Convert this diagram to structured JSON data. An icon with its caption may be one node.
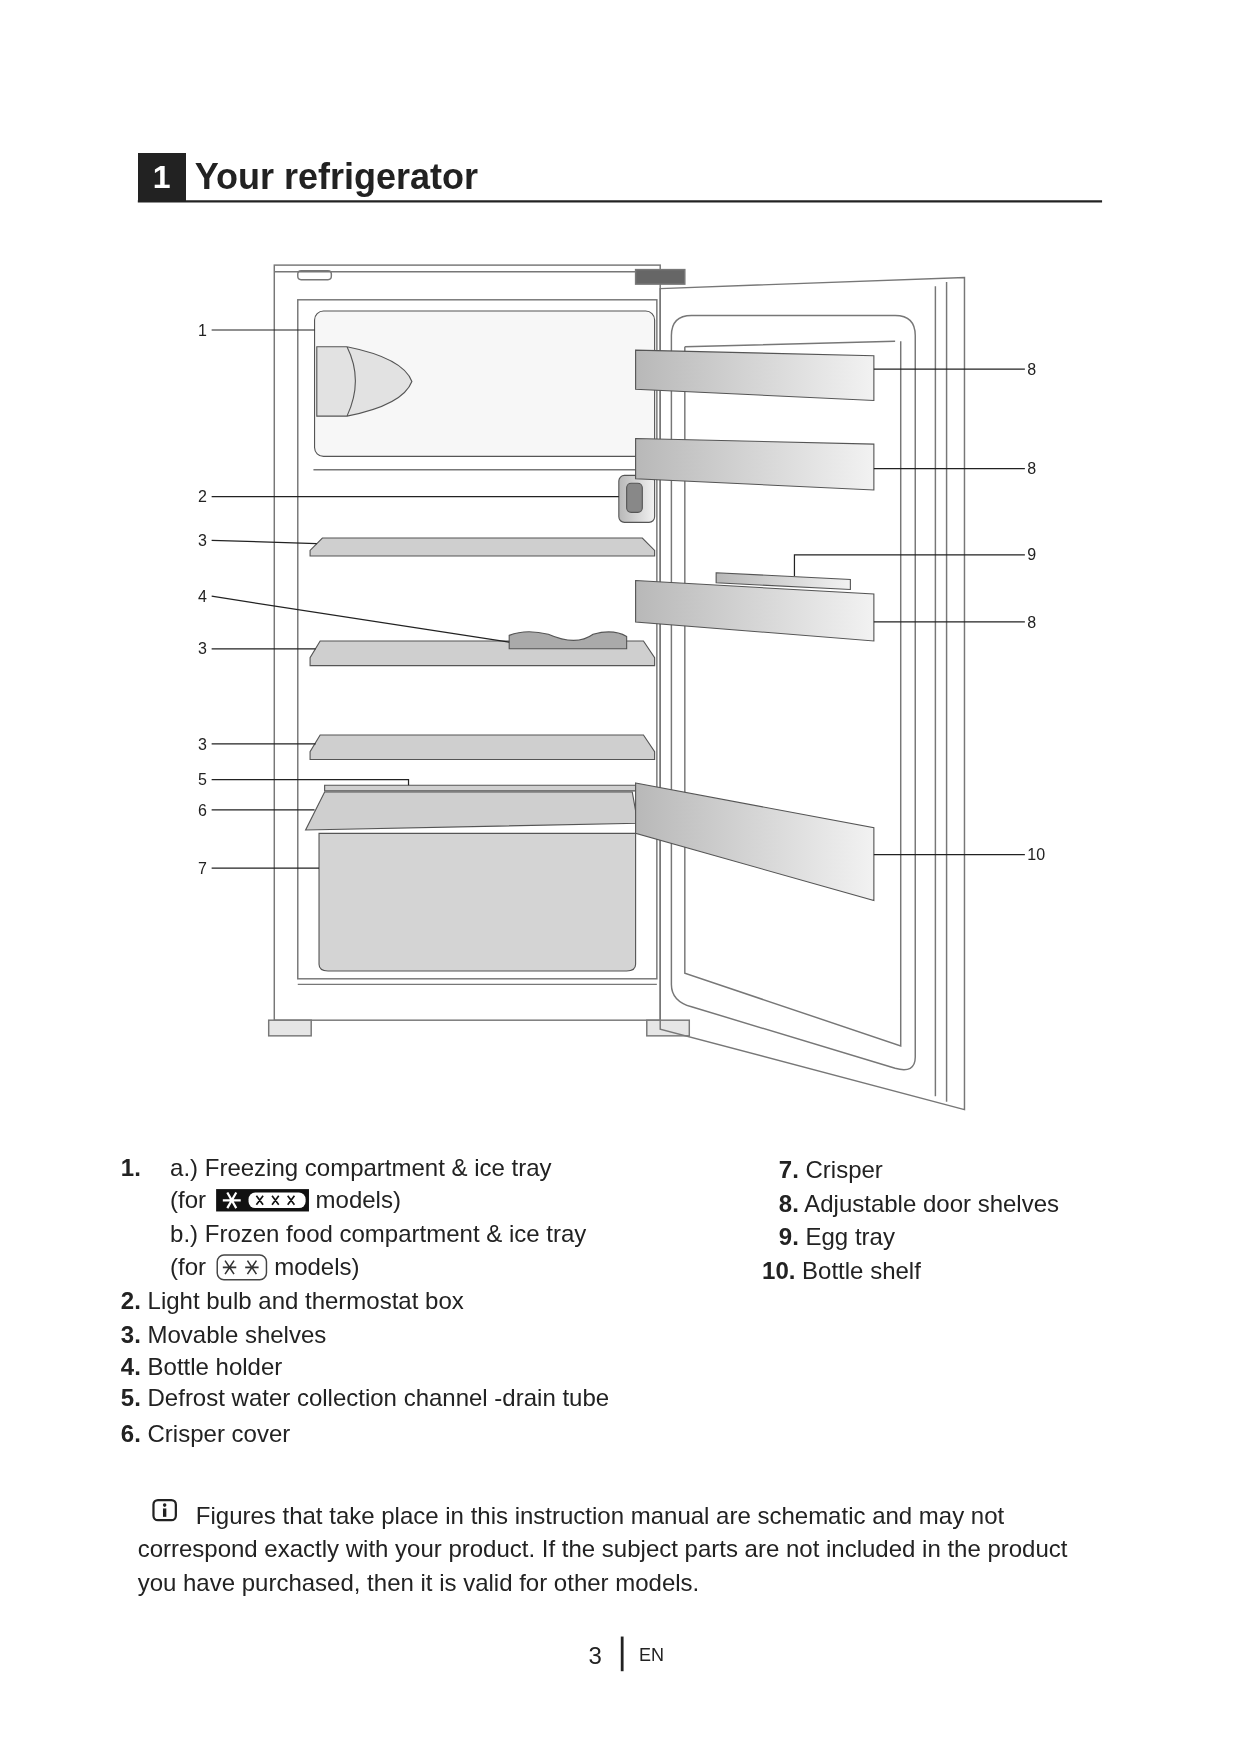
{
  "diagram": {
    "title": "Your refrigerator",
    "nodes": [
      {
        "text": [
          "1"
        ]
      },
      {
        "text": [
          "2"
        ]
      },
      {
        "text": [
          "3"
        ]
      },
      {
        "text": [
          "4"
        ]
      },
      {
        "text": [
          "3"
        ]
      },
      {
        "text": [
          "3"
        ]
      },
      {
        "text": [
          "5"
        ]
      },
      {
        "text": [
          "6"
        ]
      },
      {
        "text": [
          "7"
        ]
      },
      {
        "text": [
          "8"
        ]
      },
      {
        "text": [
          "8"
        ]
      },
      {
        "text": [
          "9"
        ]
      },
      {
        "text": [
          "8"
        ]
      },
      {
        "text": [
          "10"
        ]
      },
      {
        "text": [],
        "shape": "box"
      },
      {
        "text": [],
        "shape": "box"
      },
      {
        "text": [],
        "shape": "bar"
      },
      {
        "text": [],
        "shape": "box"
      },
      {
        "text": [],
        "shape": "bar"
      },
      {
        "text": [],
        "shape": "bar"
      },
      {
        "text": [],
        "shape": "bar"
      },
      {
        "text": [],
        "shape": "bar"
      },
      {
        "text": [],
        "shape": "box"
      },
      {
        "text": [],
        "shape": "box"
      },
      {
        "text": [],
        "shape": "box"
      },
      {
        "text": [],
        "shape": "box"
      },
      {
        "text": [],
        "shape": "box"
      },
      {
        "text": [],
        "shape": "box"
      }
    ],
    "edges": [
      {
        "from": 0,
        "to": 14,
        "arrow": "none"
      },
      {
        "from": 1,
        "to": 15,
        "arrow": "none"
      },
      {
        "from": 2,
        "to": 16,
        "arrow": "none"
      },
      {
        "from": 3,
        "to": 17,
        "arrow": "none"
      },
      {
        "from": 4,
        "to": 18,
        "arrow": "none"
      },
      {
        "from": 5,
        "to": 19,
        "arrow": "none"
      },
      {
        "from": 6,
        "to": 20,
        "arrow": "none"
      },
      {
        "from": 7,
        "to": 21,
        "arrow": "none"
      },
      {
        "from": 8,
        "to": 22,
        "arrow": "none"
      },
      {
        "from": 9,
        "to": 23,
        "arrow": "none"
      },
      {
        "from": 10,
        "to": 24,
        "arrow": "none"
      },
      {
        "from": 11,
        "to": 25,
        "arrow": "none"
      },
      {
        "from": 12,
        "to": 26,
        "arrow": "none"
      },
      {
        "from": 13,
        "to": 27,
        "arrow": "none"
      }
    ],
    "labels": [
      "1",
      "**1.**",
      "a.) Freezing compartment & ice tray",
      "(for",
      "models)",
      "b.) Frozen food compartment & ice tray",
      "(for",
      "models)",
      "**2.** Light bulb and thermostat box",
      "**3.** Movable shelves",
      "**4.** Bottle holder",
      "**5.** Defrost water collection channel -drain tube",
      "**6.** Crisper cover",
      "**7.** Crisper",
      "**8.** Adjustable door shelves",
      "**9.** Egg tray",
      "**10.** Bottle shelf",
      "Figures that take place in this instruction manual are schematic and may not correspond exactly with your product. If the subject parts are not included in the product you have purchased, then it is valid for other models.",
      "3",
      "EN"
    ]
  }
}
